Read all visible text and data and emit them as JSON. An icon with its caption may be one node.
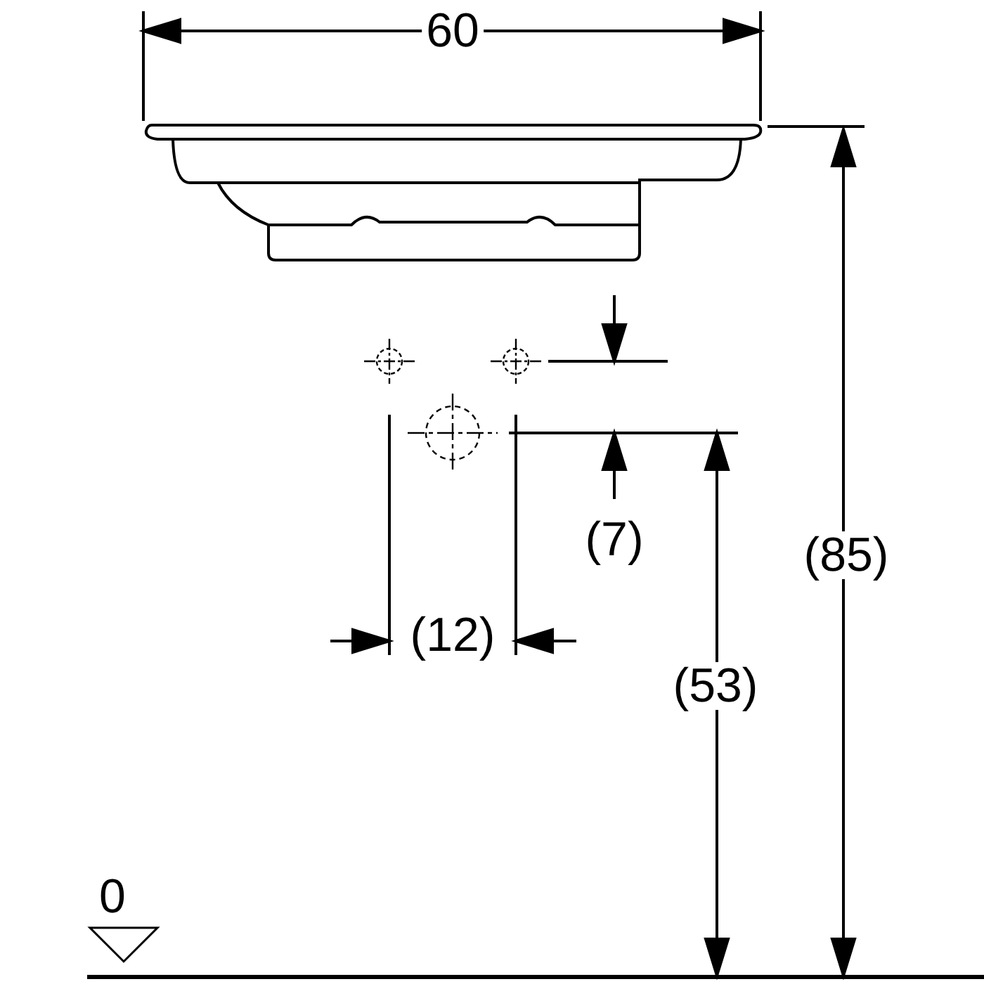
{
  "diagram": {
    "labels": [
      "60",
      "(7)",
      "(85)",
      "(12)",
      "(53)",
      "0"
    ]
  }
}
